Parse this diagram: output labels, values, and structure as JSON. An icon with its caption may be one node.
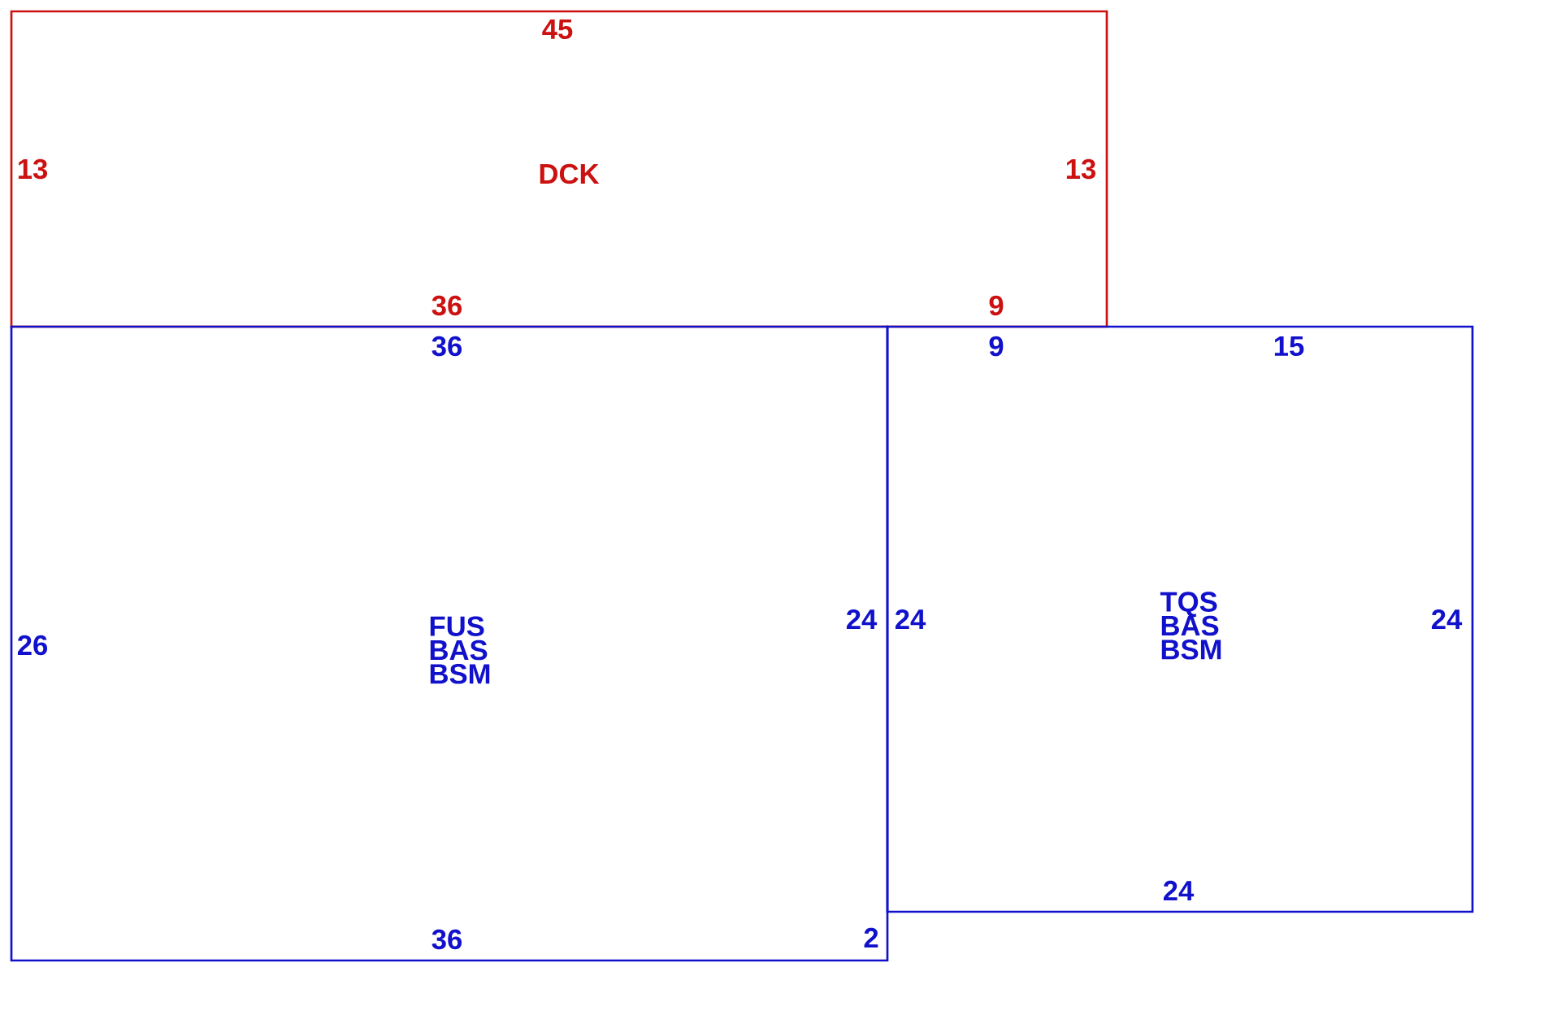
{
  "diagram": {
    "nodes": [
      {
        "text": [
          "DCK"
        ]
      },
      {
        "text": [
          "FUS",
          "BAS",
          "BSM"
        ]
      },
      {
        "text": [
          "TQS",
          "BAS",
          "BSM"
        ]
      }
    ],
    "labels": [
      "45",
      "13",
      "13",
      "36",
      "9",
      "36",
      "9",
      "15",
      "24",
      "24",
      "24",
      "26",
      "24",
      "36",
      "2"
    ]
  }
}
